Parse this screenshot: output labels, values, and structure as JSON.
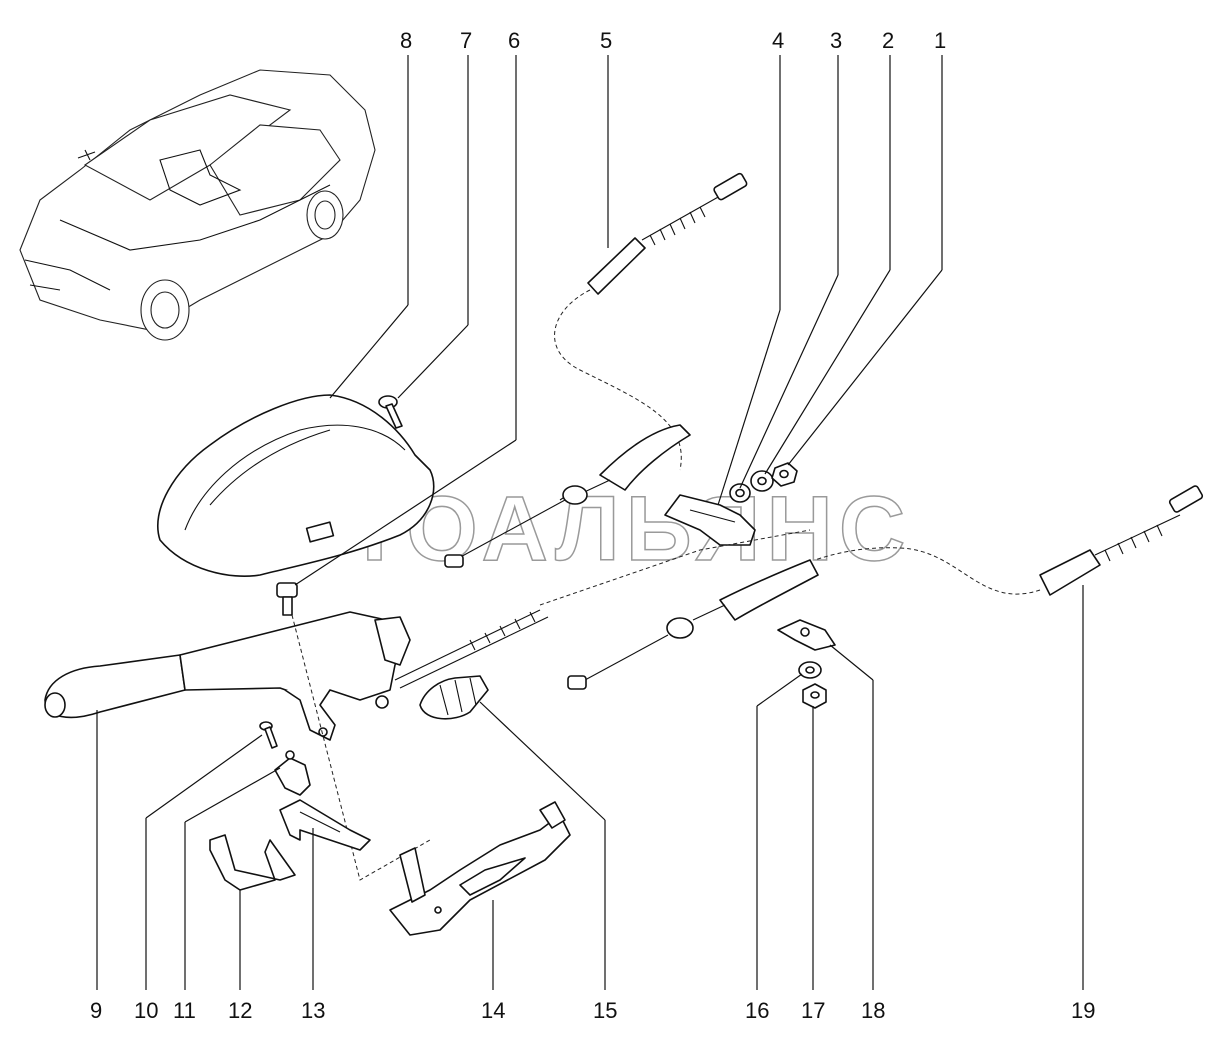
{
  "watermark": "АВТОАЛЬЯНС",
  "callouts": {
    "c1": "1",
    "c2": "2",
    "c3": "3",
    "c4": "4",
    "c5": "5",
    "c6": "6",
    "c7": "7",
    "c8": "8",
    "c9": "9",
    "c10": "10",
    "c11": "11",
    "c12": "12",
    "c13": "13",
    "c14": "14",
    "c15": "15",
    "c16": "16",
    "c17": "17",
    "c18": "18",
    "c19": "19"
  }
}
